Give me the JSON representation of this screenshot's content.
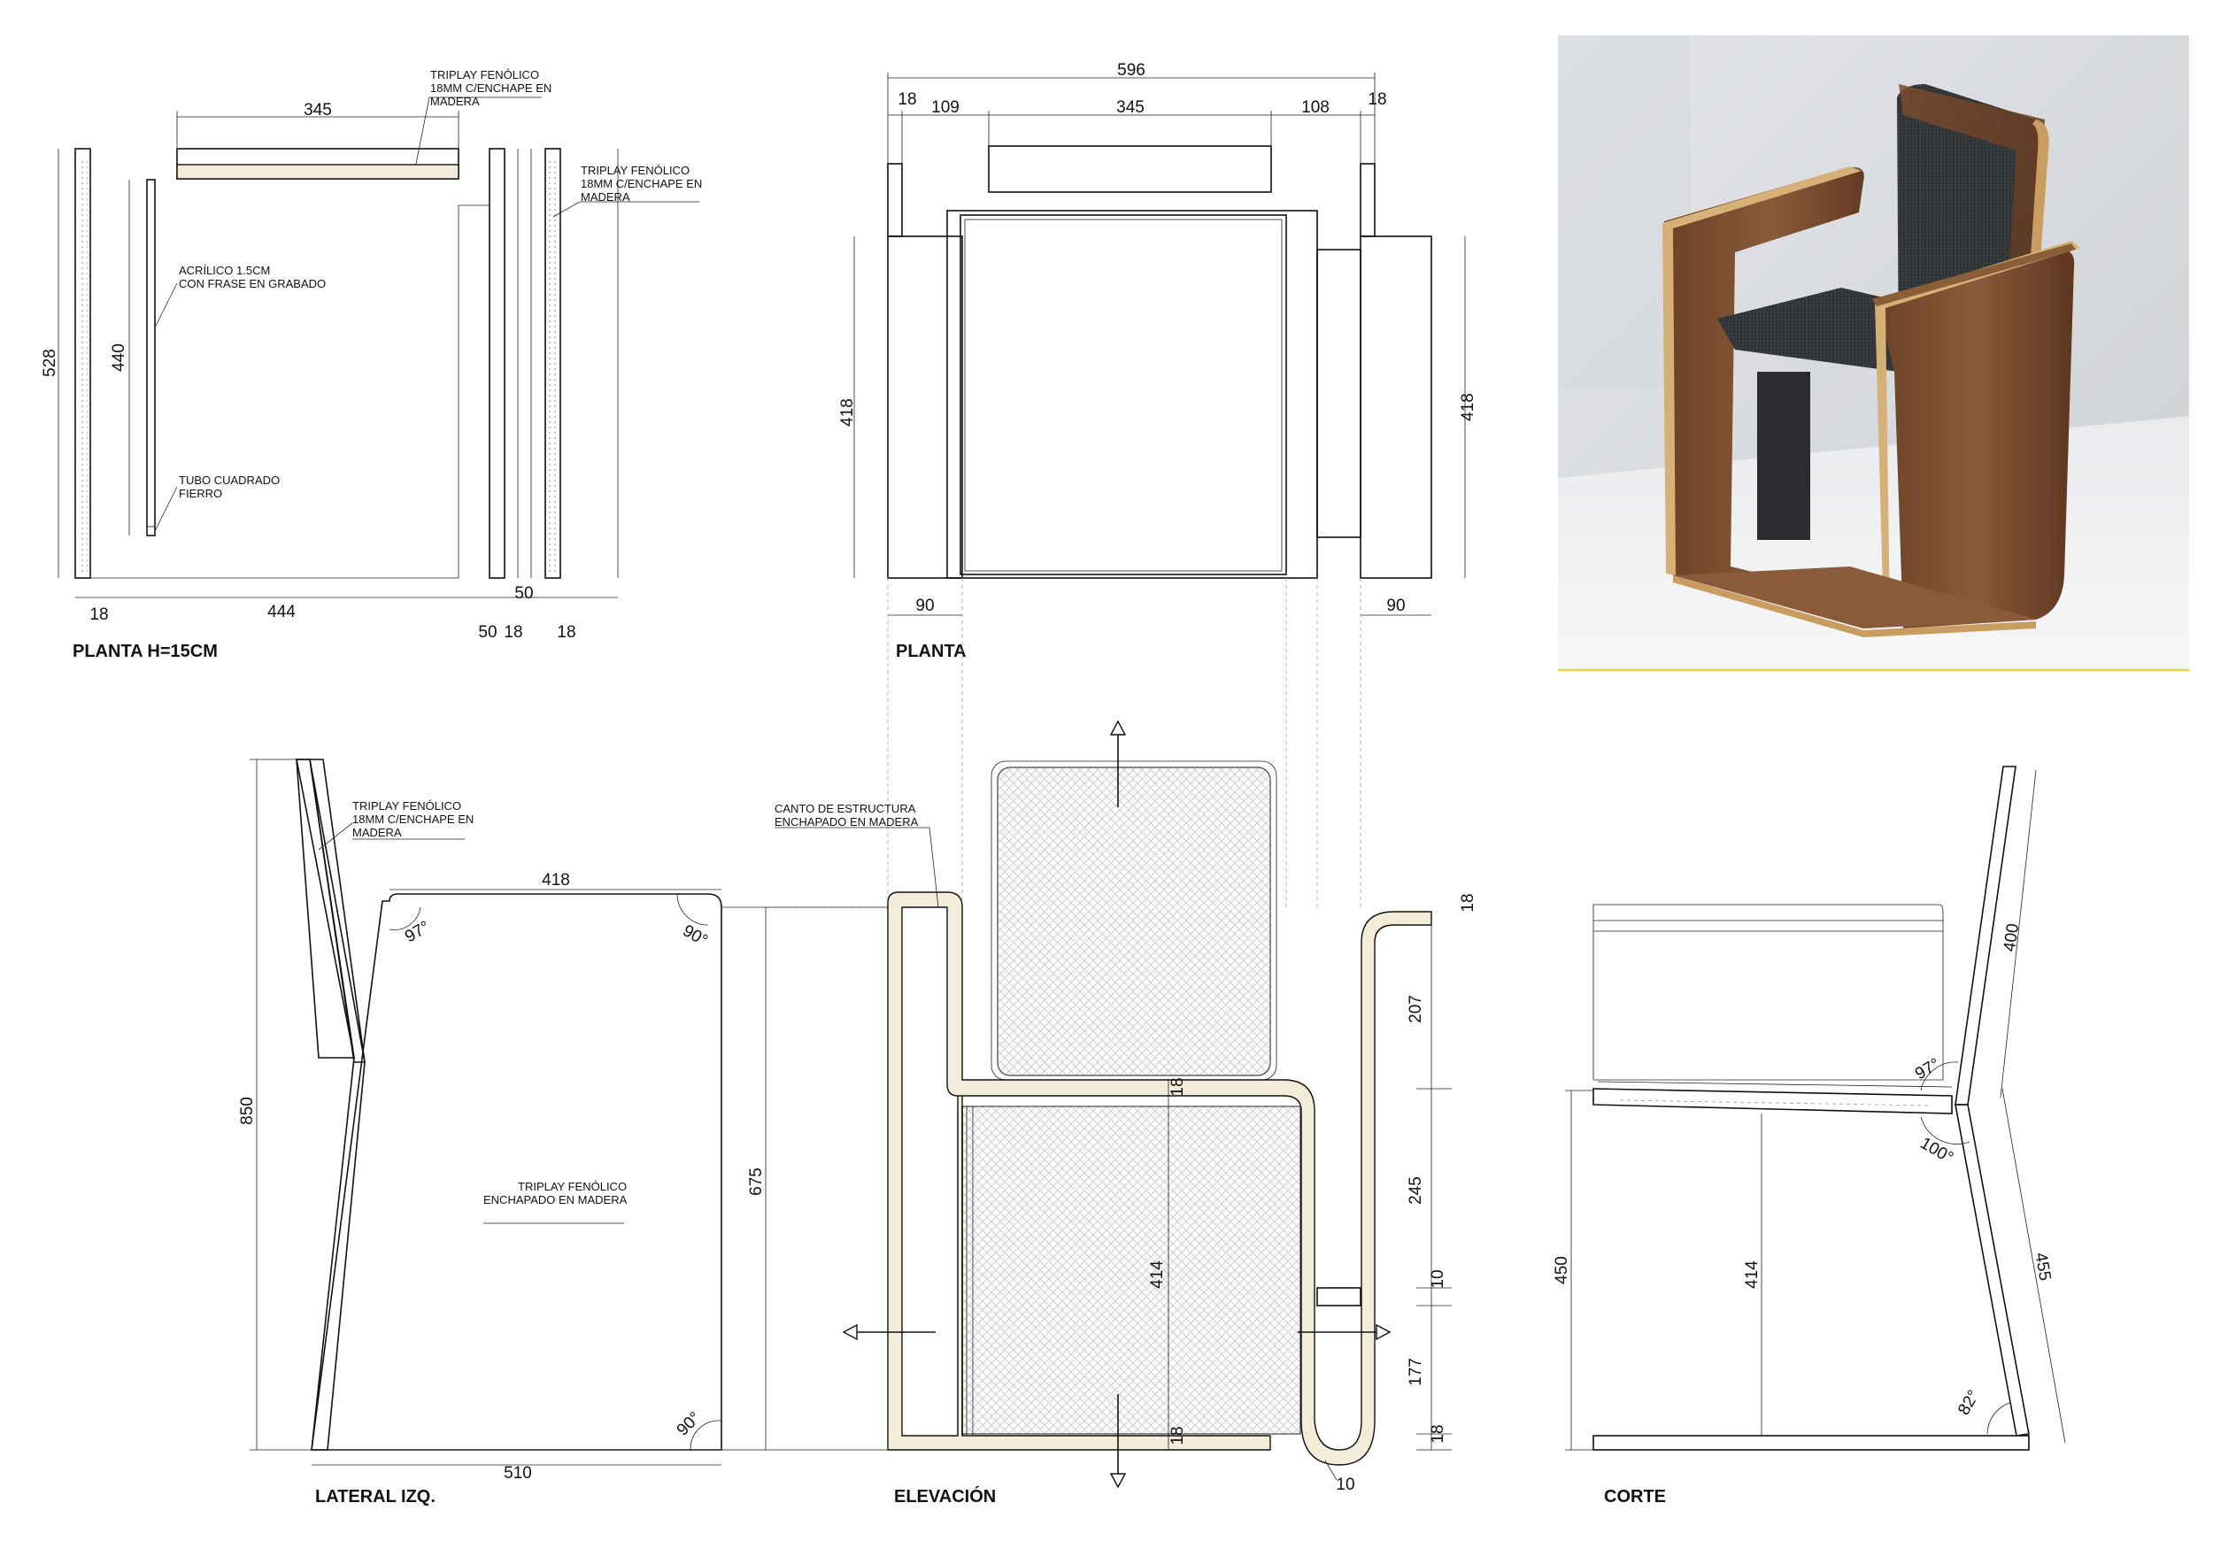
{
  "views": {
    "plan_15": {
      "title": "PLANTA H=15CM"
    },
    "plan": {
      "title": "PLANTA"
    },
    "lateral": {
      "title": "LATERAL IZQ."
    },
    "elevation": {
      "title": "ELEVACIÓN"
    },
    "section": {
      "title": "CORTE"
    }
  },
  "notes": {
    "triplay_a_1": "TRIPLAY FENÓLICO",
    "triplay_a_2": "18MM C/ENCHAPE EN",
    "triplay_a_3": "MADERA",
    "triplay_b_1": "TRIPLAY FENÓLICO",
    "triplay_b_2": "18MM C/ENCHAPE EN",
    "triplay_b_3": "MADERA",
    "acrilico_1": "ACRÍLICO 1.5CM",
    "acrilico_2": "CON FRASE EN GRABADO",
    "tubo_1": "TUBO CUADRADO",
    "tubo_2": "FIERRO",
    "triplay_c_1": "TRIPLAY FENÓLICO",
    "triplay_c_2": "18MM C/ENCHAPE EN",
    "triplay_c_3": "MADERA",
    "enchapado_1": "TRIPLAY FENÓLICO",
    "enchapado_2": "ENCHAPADO EN MADERA",
    "canto_1": "CANTO DE ESTRUCTURA",
    "canto_2": "ENCHAPADO EN MADERA"
  },
  "dims": {
    "p15_top": "345",
    "p15_height": "528",
    "p15_acr": "440",
    "p15_18a": "18",
    "p15_444": "444",
    "p15_50a": "50",
    "p15_18b": "18",
    "p15_18c": "18",
    "p15_50b": "50",
    "pl_596": "596",
    "pl_18a": "18",
    "pl_109": "109",
    "pl_345": "345",
    "pl_108": "108",
    "pl_18b": "18",
    "pl_418a": "418",
    "pl_418b": "418",
    "pl_90a": "90",
    "pl_90b": "90",
    "lat_418": "418",
    "lat_850": "850",
    "lat_675": "675",
    "lat_510": "510",
    "lat_97": "97°",
    "lat_90a": "90°",
    "lat_90b": "90°",
    "el_18a": "18",
    "el_207": "207",
    "el_245": "245",
    "el_10a": "10",
    "el_177": "177",
    "el_18b": "18",
    "el_18c": "18",
    "el_414": "414",
    "el_18d": "18",
    "el_10b": "10",
    "co_400": "400",
    "co_97": "97°",
    "co_100": "100°",
    "co_450": "450",
    "co_414": "414",
    "co_455": "455",
    "co_82": "82°"
  }
}
